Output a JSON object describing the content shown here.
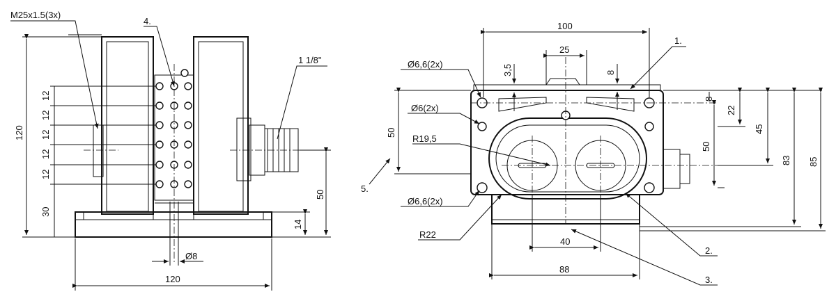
{
  "left_view": {
    "thread_label": "M25x1.5(3x)",
    "ref4": "4.",
    "npt_label": "1 1/8\"",
    "dim_height": "120",
    "dim_base_width": "120",
    "dim_spacing": "12",
    "dim_bottom": "30",
    "dim_foot": "14",
    "dim_hole_height": "50",
    "dim_hole_dia": "Ø8"
  },
  "right_view": {
    "dim_top_width": "100",
    "dim_slot": "25",
    "dim_35": "3,5",
    "dim_8_top": "8",
    "dim_8_side": "8",
    "dim_22": "22",
    "dim_45": "45",
    "dim_50_right": "50",
    "dim_83": "83",
    "dim_85": "85",
    "dim_50_left": "50",
    "hole_66_top": "Ø6,6(2x)",
    "hole_6": "Ø6(2x)",
    "r195": "R19,5",
    "hole_66_bottom": "Ø6,6(2x)",
    "r22": "R22",
    "dim_40": "40",
    "dim_88": "88",
    "ref1": "1.",
    "ref2": "2.",
    "ref3": "3.",
    "ref5": "5."
  }
}
